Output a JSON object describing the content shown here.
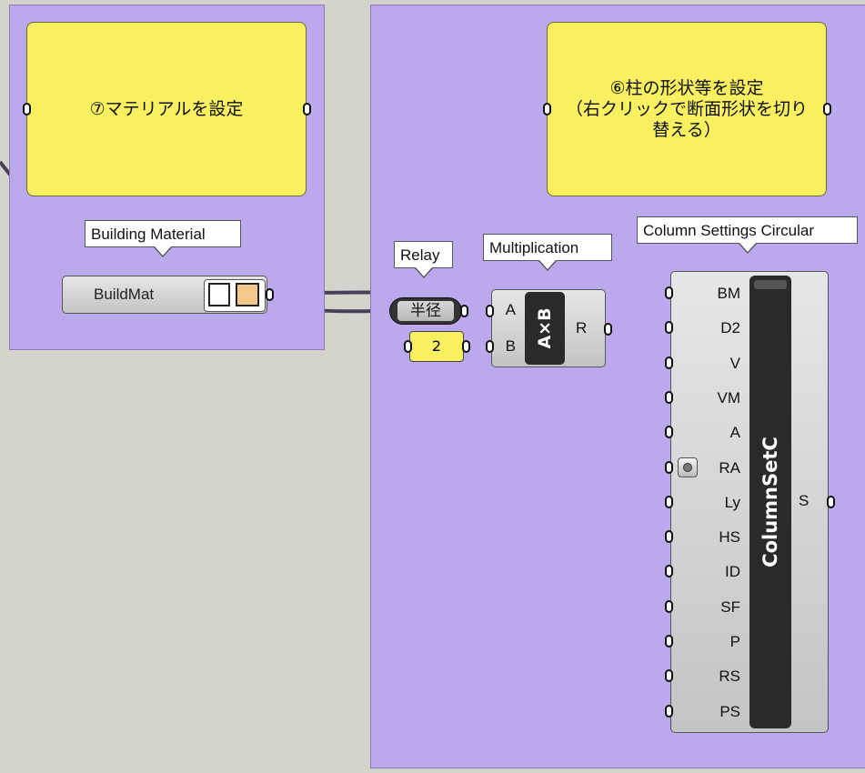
{
  "groups": {
    "material_panel_text": "⑦マテリアルを設定",
    "column_panel_text": "⑥柱の形状等を設定\n（右クリックで断面形状を切り替える）"
  },
  "tooltips": {
    "building_material": "Building Material",
    "relay": "Relay",
    "multiplication": "Multiplication",
    "column_settings": "Column Settings Circular"
  },
  "buildmat": {
    "label": "BuildMat",
    "swatch_colors": [
      "#ffffff",
      "#f3c98b"
    ]
  },
  "relay": {
    "label": "半径"
  },
  "number": {
    "value": "2"
  },
  "multiplication": {
    "inputs": [
      "A",
      "B"
    ],
    "body_label": "A×B",
    "output": "R"
  },
  "column": {
    "name": "ColumnSetC",
    "inputs": [
      "BM",
      "D2",
      "V",
      "VM",
      "A",
      "RA",
      "Ly",
      "HS",
      "ID",
      "SF",
      "P",
      "RS",
      "PS"
    ],
    "output": "S"
  },
  "colors": {
    "canvas": "#d4d4cc",
    "group": "#bca8ec",
    "panel": "#f8f060",
    "wire": "#4a3f58"
  }
}
